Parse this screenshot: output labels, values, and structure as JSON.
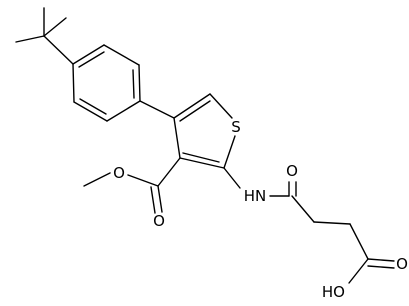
{
  "molecule": {
    "colors": {
      "bond": "#000000",
      "label": "#000000",
      "background": "#ffffff"
    },
    "atom_labels": {
      "sulfur": "S",
      "ester_carbonyl_oxygen": "O",
      "ester_ether_oxygen": "O",
      "amide_nitrogen": "HN",
      "amide_oxygen": "O",
      "acid_carbonyl_oxygen": "O",
      "acid_hydroxyl": "HO"
    }
  }
}
